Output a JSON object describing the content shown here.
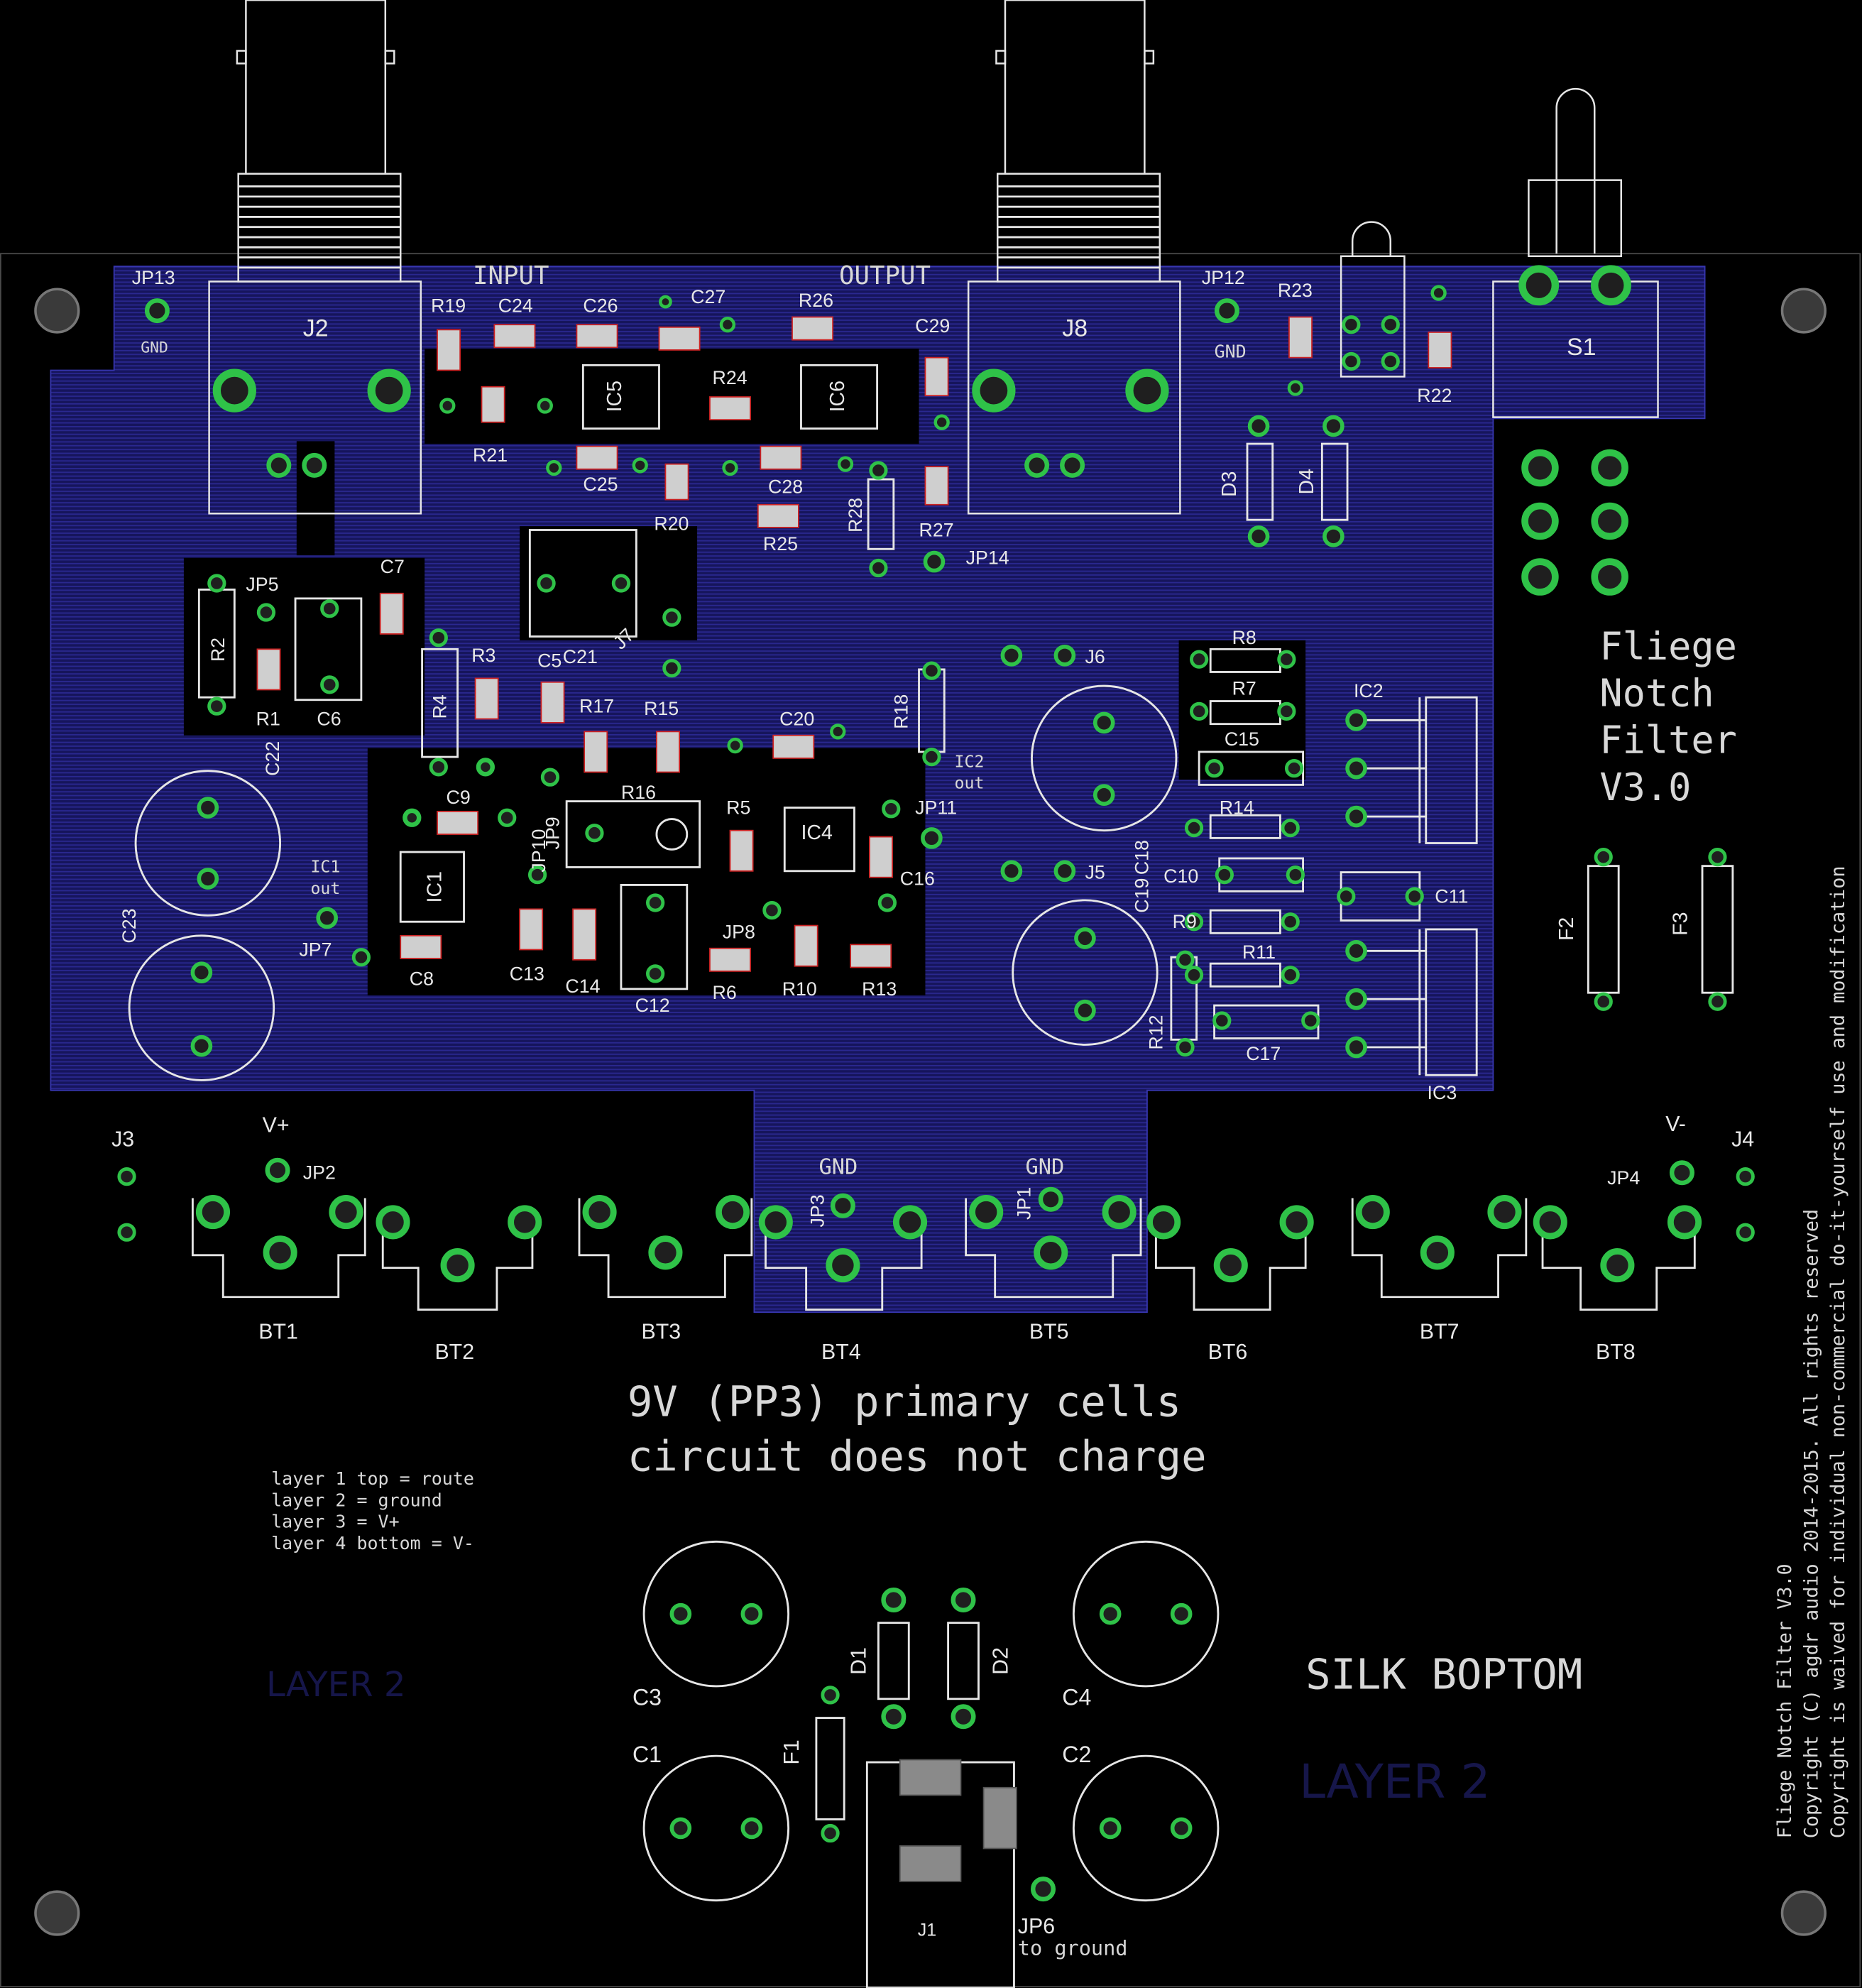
{
  "colors": {
    "background": "#000000",
    "copper_plane": "#1b1a6e",
    "silkscreen": "#e6e6e6",
    "pad_ring": "#2fc248",
    "smd_pad": "#b0b0b0",
    "layer2_text": "#16164a"
  },
  "board": {
    "title_lines": [
      "Fliege",
      "Notch",
      "Filter",
      "V3.0"
    ],
    "battery_note": [
      "9V (PP3) primary cells",
      "circuit does not charge"
    ],
    "layer_notes": [
      "layer 1 top = route",
      "layer 2 = ground",
      "layer 3 = V+",
      "layer 4 bottom = V-"
    ],
    "silk_bottom": "SILK BOPTOM",
    "layer2_labels": [
      "LAYER 2",
      "LAYER 2"
    ],
    "copyright": [
      "Fliege Notch Filter V3.0",
      "Copyright (C) agdr audio 2014-2015. All rights reserved",
      "Copyright is waived for individual non-commercial do-it-yourself use and modification"
    ]
  },
  "connector_labels": {
    "input": "INPUT",
    "output": "OUTPUT",
    "gnd": "GND",
    "v_plus": "V+",
    "v_minus": "V-",
    "ic1_out": [
      "IC1",
      "out"
    ],
    "ic2_out": [
      "IC2",
      "out"
    ],
    "jp6_note": "to ground"
  },
  "components": {
    "J2": "J2",
    "J8": "J8",
    "S1": "S1",
    "J1": "J1",
    "J3": "J3",
    "J4": "J4",
    "J5": "J5",
    "J6": "J6",
    "J7": "J7",
    "JP1": "JP1",
    "JP2": "JP2",
    "JP3": "JP3",
    "JP4": "JP4",
    "JP5": "JP5",
    "JP6": "JP6",
    "JP7": "JP7",
    "JP8": "JP8",
    "JP9": "JP9",
    "JP10": "JP10",
    "JP11": "JP11",
    "JP12": "JP12",
    "JP13": "JP13",
    "JP14": "JP14",
    "IC1": "IC1",
    "IC2": "IC2",
    "IC3": "IC3",
    "IC4": "IC4",
    "IC5": "IC5",
    "IC6": "IC6",
    "R1": "R1",
    "R2": "R2",
    "R3": "R3",
    "R4": "R4",
    "R5": "R5",
    "R6": "R6",
    "R7": "R7",
    "R8": "R8",
    "R9": "R9",
    "R10": "R10",
    "R11": "R11",
    "R12": "R12",
    "R13": "R13",
    "R14": "R14",
    "R15": "R15",
    "R16": "R16",
    "R17": "R17",
    "R18": "R18",
    "R19": "R19",
    "R20": "R20",
    "R21": "R21",
    "R22": "R22",
    "R23": "R23",
    "R24": "R24",
    "R25": "R25",
    "R26": "R26",
    "R27": "R27",
    "R28": "R28",
    "C1": "C1",
    "C2": "C2",
    "C3": "C3",
    "C4": "C4",
    "C5": "C5",
    "C6": "C6",
    "C7": "C7",
    "C8": "C8",
    "C9": "C9",
    "C10": "C10",
    "C11": "C11",
    "C12": "C12",
    "C13": "C13",
    "C14": "C14",
    "C15": "C15",
    "C16": "C16",
    "C17": "C17",
    "C18": "C18",
    "C19": "C19",
    "C20": "C20",
    "C21": "C21",
    "C22": "C22",
    "C23": "C23",
    "C24": "C24",
    "C25": "C25",
    "C26": "C26",
    "C27": "C27",
    "C28": "C28",
    "C29": "C29",
    "D1": "D1",
    "D2": "D2",
    "D3": "D3",
    "D4": "D4",
    "F1": "F1",
    "F2": "F2",
    "F3": "F3",
    "BT1": "BT1",
    "BT2": "BT2",
    "BT3": "BT3",
    "BT4": "BT4",
    "BT5": "BT5",
    "BT6": "BT6",
    "BT7": "BT7",
    "BT8": "BT8"
  }
}
